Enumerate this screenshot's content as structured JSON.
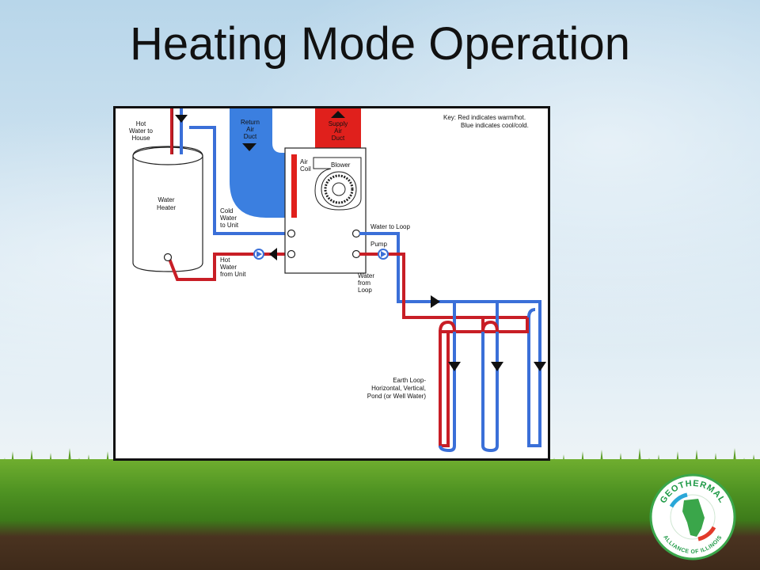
{
  "slide": {
    "title": "Heating Mode Operation"
  },
  "diagram": {
    "key": [
      "Key: Red indicates warm/hot.",
      "Blue indicates cool/cold."
    ],
    "hot_water_to_house": [
      "Hot",
      "Water to",
      "House"
    ],
    "water_heater": [
      "Water",
      "Heater"
    ],
    "return_air_duct": [
      "Return",
      "Air",
      "Duct"
    ],
    "supply_air_duct": [
      "Supply",
      "Air",
      "Duct"
    ],
    "air_coil": [
      "Air",
      "Coil"
    ],
    "blower": "Blower",
    "cold_water_to_unit": [
      "Cold",
      "Water",
      "to Unit"
    ],
    "hot_water_from_unit": [
      "Hot",
      "Water",
      "from Unit"
    ],
    "water_to_loop": "Water to Loop",
    "pump": "Pump",
    "water_from_loop": [
      "Water",
      "from",
      "Loop"
    ],
    "earth_loop": [
      "Earth Loop-",
      "Horizontal, Vertical,",
      "Pond (or Well Water)"
    ],
    "colors": {
      "warm": "#d0202a",
      "cool": "#3a6fd8",
      "duct_blue": "#3b7fe0",
      "duct_red": "#e0201c"
    }
  },
  "logo": {
    "top_text": "GEOTHERMAL",
    "bottom_text": "ALLIANCE OF ILLINOIS"
  }
}
